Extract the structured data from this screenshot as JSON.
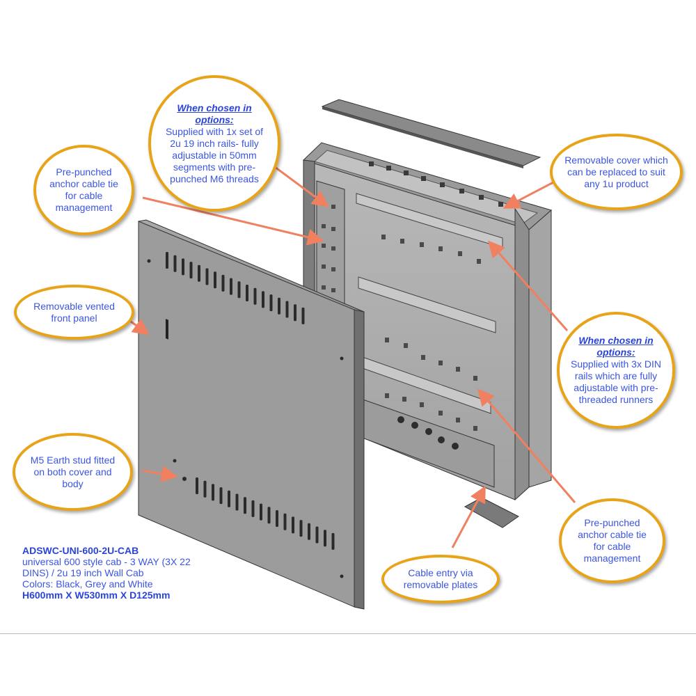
{
  "product": {
    "model": "ADSWC-UNI-600-2U-CAB",
    "description": "universal 600 style cab - 3 WAY (3X 22\nDINS) / 2u 19 inch Wall Cab",
    "colors": "Colors: Black, Grey and White",
    "dimensions": "H600mm X W530mm X D125mm"
  },
  "callouts": {
    "rails_2u": {
      "heading": "When chosen in options:",
      "text": "Supplied with 1x set of 2u 19 inch rails- fully adjustable in 50mm segments with pre-punched M6 threads"
    },
    "cable_tie_left": {
      "text": "Pre-punched anchor cable tie for cable management"
    },
    "front_panel": {
      "text": "Removable vented front panel"
    },
    "earth_stud": {
      "text": "M5 Earth stud fitted on both cover and body"
    },
    "top_cover": {
      "text": "Removable cover which can be replaced to suit any 1u product"
    },
    "din_rails": {
      "heading": "When chosen in options:",
      "text": "Supplied with 3x DIN rails which are fully adjustable with pre-threaded runners"
    },
    "cable_tie_right": {
      "text": "Pre-punched anchor cable tie for cable management"
    },
    "cable_entry": {
      "text": "Cable entry via removable plates"
    }
  },
  "colors": {
    "callout_border": "#e8a418",
    "callout_text": "#3b55e0",
    "arrow": "#f08060",
    "metal_light": "#a8a8a8",
    "metal_dark": "#6e6e6e"
  }
}
